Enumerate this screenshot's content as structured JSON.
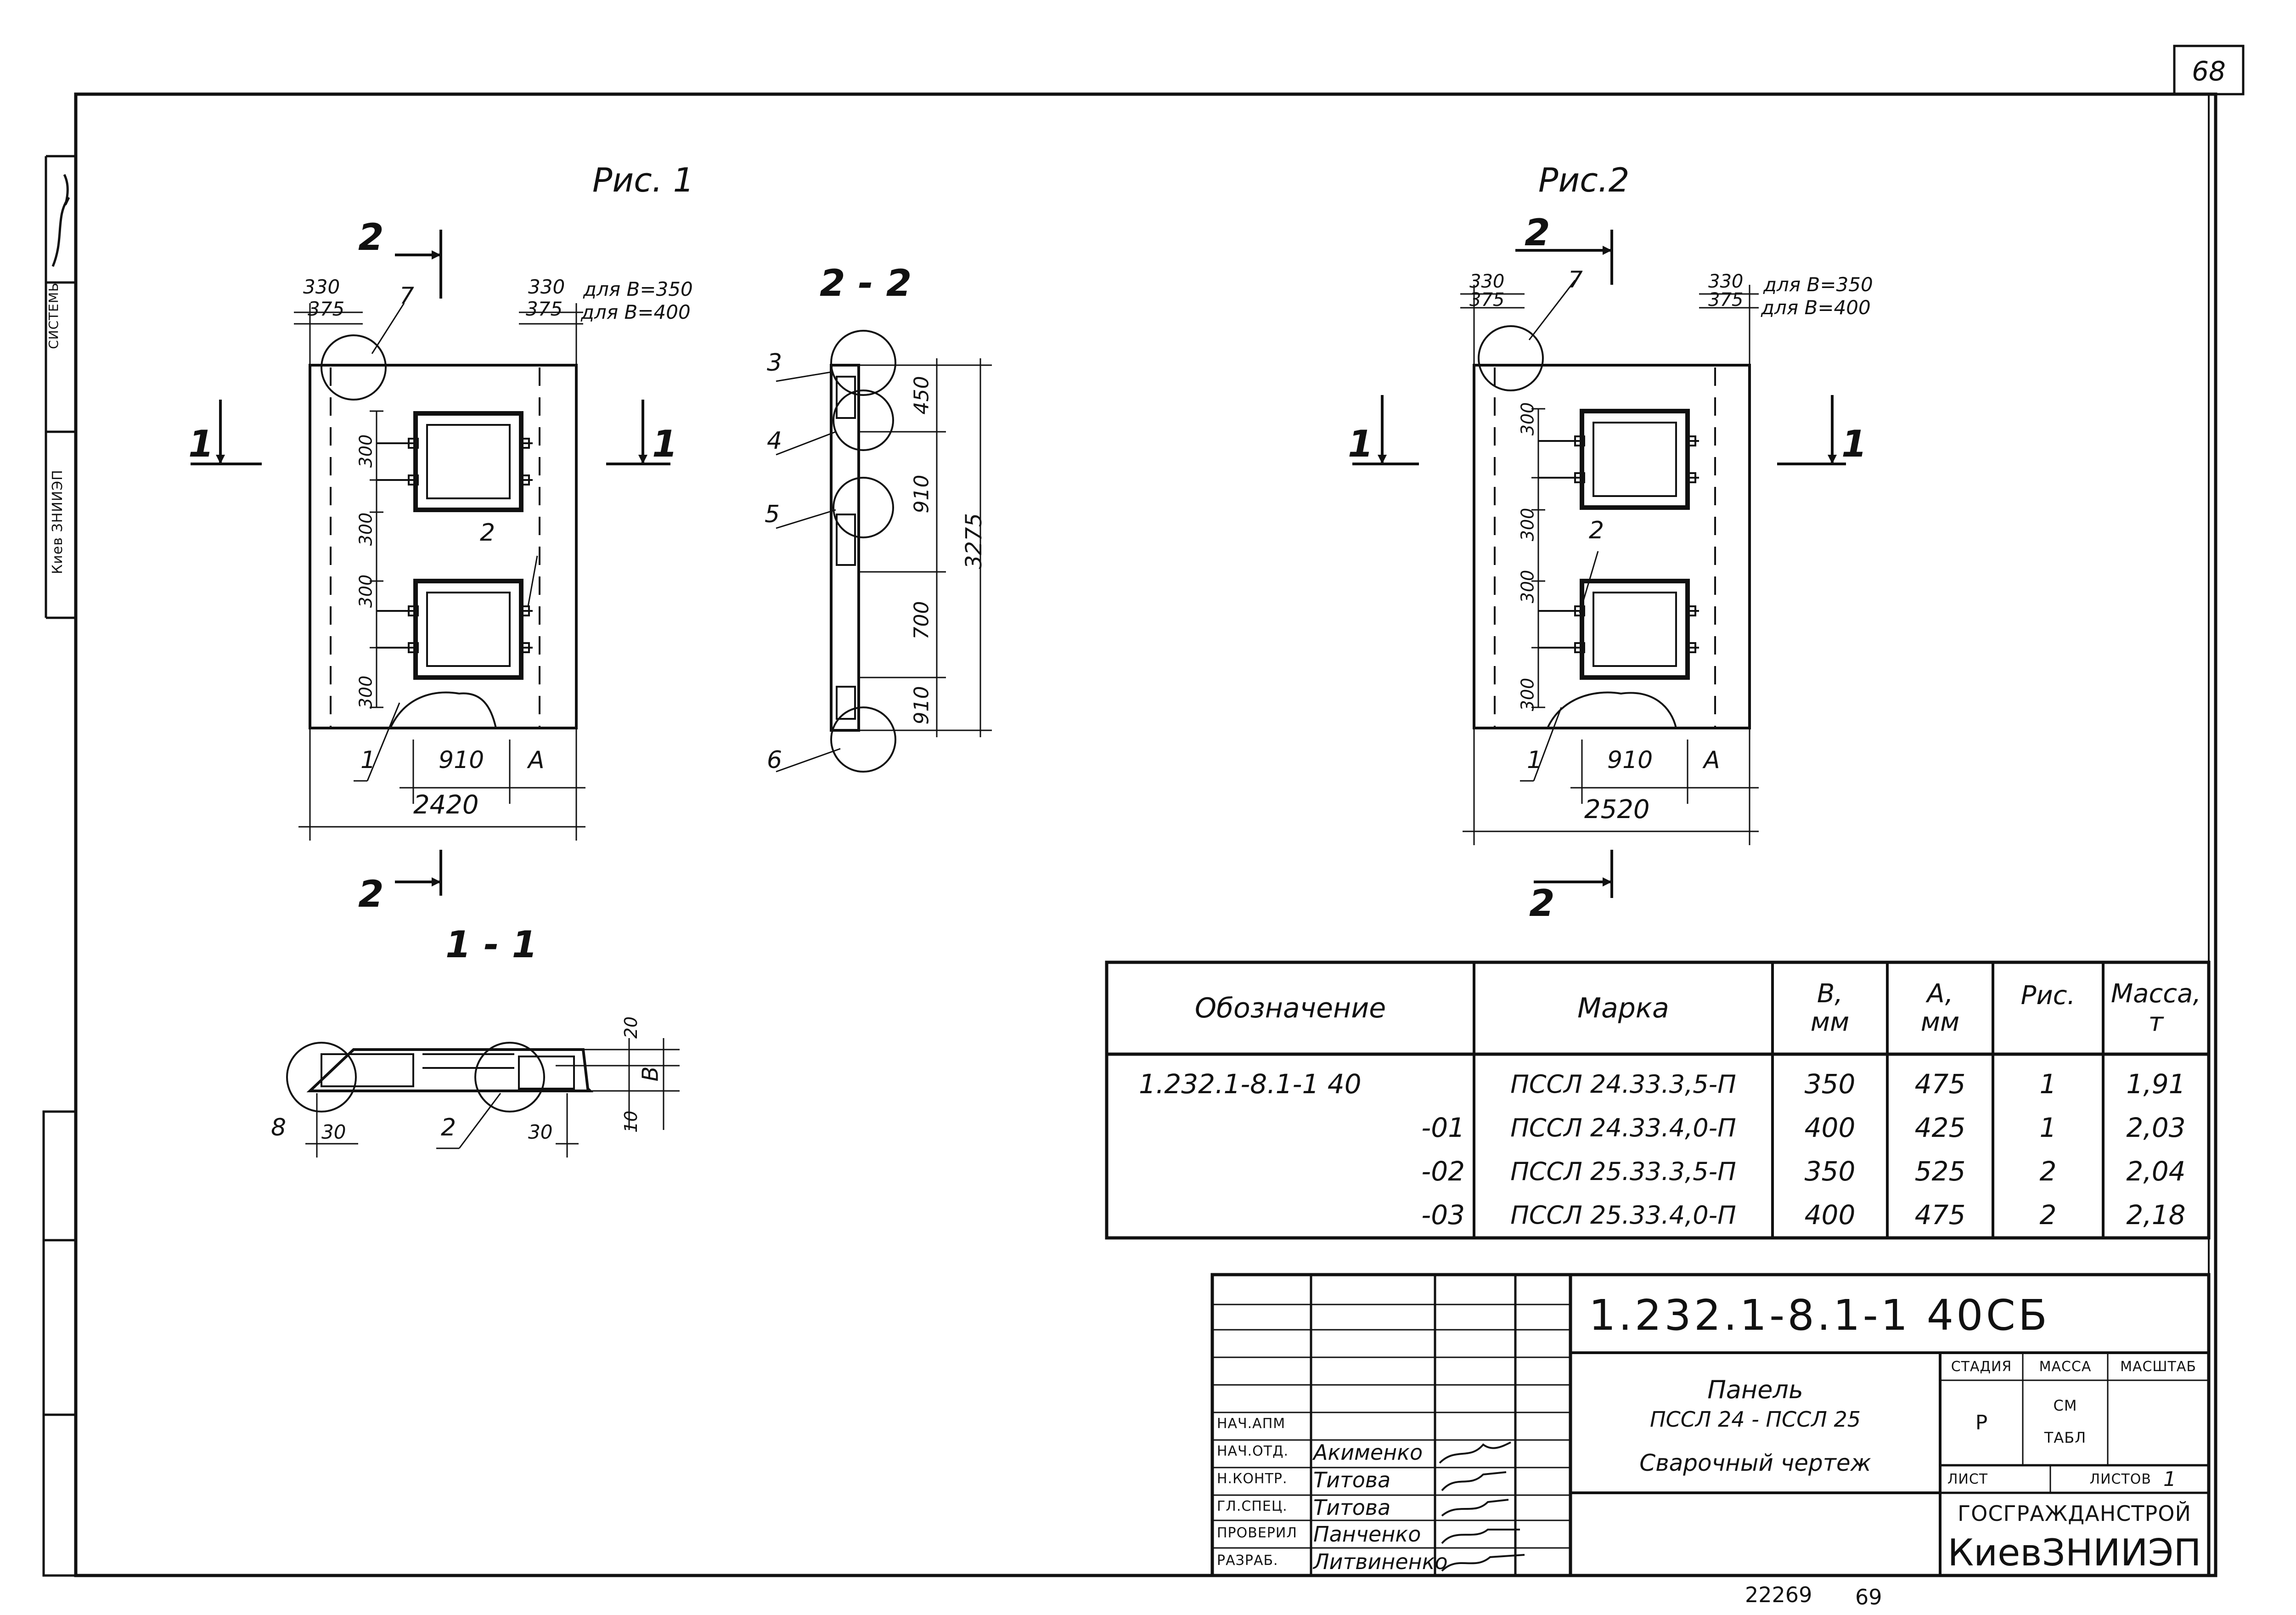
{
  "sheet_number": "68",
  "footer": {
    "doc_no": "22269",
    "page": "69"
  },
  "left_strip": {
    "system": "СИСТЕМЫ",
    "org": "Киев ЗНИИЭП"
  },
  "fig1": {
    "title": "Рис. 1",
    "width": "2420",
    "a_label": "A",
    "dim_910": "910",
    "dim_300": "300",
    "dim_330": "330",
    "dim_375": "375",
    "note_350": "для B=350",
    "note_400": "для B=400",
    "callout_1": "1",
    "callout_2": "2",
    "callout_7": "7",
    "cut_1": "1",
    "cut_2": "2"
  },
  "fig2": {
    "title": "Рис.2",
    "width": "2520",
    "a_label": "A",
    "dim_910": "910",
    "dim_300": "300",
    "dim_330": "330",
    "dim_375": "375",
    "note_350": "для B=350",
    "note_400": "для B=400",
    "callout_1": "1",
    "callout_2": "2",
    "callout_7": "7",
    "cut_1": "1",
    "cut_2": "2"
  },
  "section22": {
    "title": "2 - 2",
    "dims": [
      "450",
      "910",
      "700",
      "910"
    ],
    "total": "3275",
    "callouts": [
      "3",
      "4",
      "5",
      "6"
    ]
  },
  "section11": {
    "title": "1 - 1",
    "dim_20": "20",
    "dim_10": "10",
    "dim_b": "B",
    "dim_30a": "30",
    "dim_30b": "30",
    "callout_8": "8",
    "callout_2": "2"
  },
  "spec_table": {
    "headers": [
      "Обозначение",
      "Марка",
      "B,\nмм",
      "A,\nмм",
      "Рис.",
      "Масса,\nт"
    ],
    "rows": [
      {
        "designation": "1.232.1-8.1-1 40",
        "mark": "ПССЛ 24.33.3,5-П",
        "b": "350",
        "a": "475",
        "fig": "1",
        "mass": "1,91"
      },
      {
        "designation": "-01",
        "mark": "ПССЛ 24.33.4,0-П",
        "b": "400",
        "a": "425",
        "fig": "1",
        "mass": "2,03"
      },
      {
        "designation": "-02",
        "mark": "ПССЛ 25.33.3,5-П",
        "b": "350",
        "a": "525",
        "fig": "2",
        "mass": "2,04"
      },
      {
        "designation": "-03",
        "mark": "ПССЛ 25.33.4,0-П",
        "b": "400",
        "a": "475",
        "fig": "2",
        "mass": "2,18"
      }
    ]
  },
  "title_block": {
    "code": "1.232.1-8.1-1 40СБ",
    "name_line1": "Панель",
    "name_line2": "ПССЛ 24 -  ПССЛ 25",
    "name_line3": "Сварочный  чертеж",
    "stage_hdr": "СТАДИЯ",
    "mass_hdr": "МАССА",
    "scale_hdr": "МАСШТАБ",
    "stage_val": "Р",
    "mass_val1": "СМ",
    "mass_val2": "ТАБЛ",
    "sheet_hdr": "ЛИСТ",
    "sheets_hdr": "ЛИСТОВ",
    "sheets_val": "1",
    "org1": "ГОСГРАЖДАНСТРОЙ",
    "org2": "КиевЗНИИЭП",
    "roles": [
      {
        "role": "НАЧ.АПМ",
        "name": ""
      },
      {
        "role": "НАЧ.ОТД.",
        "name": "Акименко"
      },
      {
        "role": "Н.КОНТР.",
        "name": "Титова"
      },
      {
        "role": "ГЛ.СПЕЦ.",
        "name": "Титова"
      },
      {
        "role": "ПРОВЕРИЛ",
        "name": "Панченко"
      },
      {
        "role": "РАЗРАБ.",
        "name": "Литвиненко"
      }
    ]
  }
}
